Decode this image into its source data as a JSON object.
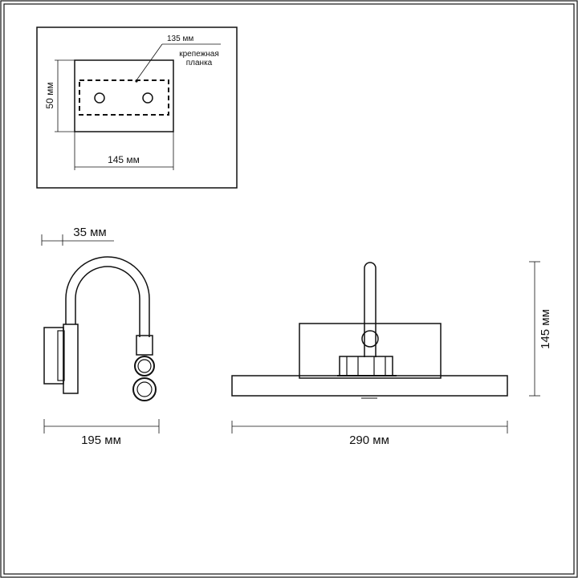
{
  "inset": {
    "top_label": "135 мм",
    "mount_label_line1": "крепежная",
    "mount_label_line2": "планка",
    "height_label": "50 мм",
    "width_label": "145 мм"
  },
  "side_view": {
    "depth_label": "35 мм",
    "width_label": "195 мм"
  },
  "front_view": {
    "width_label": "290 мм",
    "height_label": "145 мм"
  }
}
